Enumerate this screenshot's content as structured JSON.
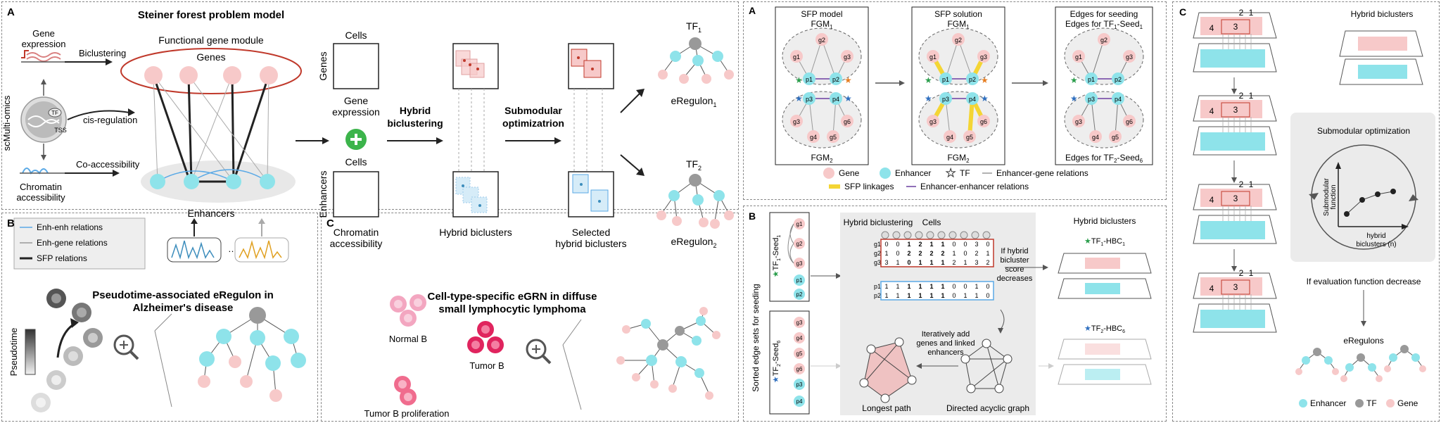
{
  "left": {
    "panel_a": {
      "letter": "A",
      "title": "Steiner forest problem model",
      "gene_expression": [
        "Gene",
        "expression"
      ],
      "biclustering": "Biclustering",
      "functional_gene_module": "Functional gene module",
      "genes": "Genes",
      "scmulti_omics": "scMulti-omics",
      "tf": "TF",
      "tss": "TSS",
      "cis_regulation": "cis-regulation",
      "co_accessibility": "Co-accessibility",
      "chromatin_accessibility": [
        "Chromatin",
        "accessibility"
      ],
      "enhancers": "Enhancers",
      "legend": [
        "Enh-enh relations",
        "Enh-gene relations",
        "SFP relations"
      ],
      "cells": "Cells",
      "genes_axis": "Genes",
      "gene_expression_mid": [
        "Gene",
        "expression"
      ],
      "enhancers_axis": "Enhancers",
      "chromatin_mid": [
        "Chromatin",
        "accessibility"
      ],
      "hybrid_biclustering": [
        "Hybrid",
        "biclustering"
      ],
      "submodular_optimization": [
        "Submodular",
        "optimizatrion"
      ],
      "hybrid_biclusters": "Hybrid biclusters",
      "selected_hybrid_biclusters": [
        "Selected",
        "hybrid biclusters"
      ],
      "tf1": "TF",
      "tf1_sub": "1",
      "eregulon1": "eRegulon",
      "eregulon1_sub": "1",
      "tf2": "TF",
      "tf2_sub": "2",
      "eregulon2": "eRegulon",
      "eregulon2_sub": "2"
    },
    "panel_b": {
      "letter": "B",
      "title": [
        "Pseudotime-associated eRegulon in",
        "Alzheimer's disease"
      ],
      "pseudotime": "Pseudotime"
    },
    "panel_c": {
      "letter": "C",
      "title": [
        "Cell-type-specific eGRN in diffuse",
        "small lymphocytic lymphoma"
      ],
      "normal_b": "Normal B",
      "tumor_b": "Tumor B",
      "tumor_b_prolif": "Tumor B proliferation"
    }
  },
  "mid": {
    "panel_a": {
      "letter": "A",
      "box1_title": [
        "SFP model",
        "FGM"
      ],
      "box1_bottom": "FGM",
      "box2_title": [
        "SFP solution",
        "FGM"
      ],
      "box2_bottom": "FGM",
      "box3_title": [
        "Edges for seeding",
        "Edges for TF"
      ],
      "box3_title_suffix": "-Seed",
      "box3_bottom": "Edges for TF",
      "box3_bottom_suffix": "-Seed",
      "legend": {
        "gene": "Gene",
        "enhancer": "Enhancer",
        "tf": "TF",
        "enh_gene": "Enhancer-gene relations",
        "sfp_linkages": "SFP linkages",
        "enh_enh": "Enhancer-enhancer relations"
      }
    },
    "panel_b": {
      "letter": "B",
      "sorted_edge_sets": "Sorted edge sets for seeding",
      "seed1": "TF",
      "seed1_suffix": "-Seed",
      "seed6": "TF",
      "seed6_suffix": "-Seed",
      "hybrid_biclustering": "Hybrid biclustering",
      "cells": "Cells",
      "gene_rows": [
        [
          "0",
          "0",
          "1",
          "2",
          "1",
          "1",
          "0",
          "0",
          "3",
          "0"
        ],
        [
          "1",
          "0",
          "2",
          "2",
          "2",
          "2",
          "1",
          "0",
          "2",
          "1"
        ],
        [
          "3",
          "1",
          "0",
          "1",
          "1",
          "1",
          "2",
          "1",
          "3",
          "2"
        ]
      ],
      "peak_rows": [
        [
          "1",
          "1",
          "1",
          "1",
          "1",
          "1",
          "0",
          "0",
          "1",
          "0"
        ],
        [
          "1",
          "1",
          "1",
          "1",
          "1",
          "1",
          "0",
          "1",
          "1",
          "0"
        ]
      ],
      "if_hybrid": [
        "If hybrid",
        "bicluster",
        "score",
        "decreases"
      ],
      "iteratively": [
        "Iteratively add",
        "genes and linked",
        "enhancers"
      ],
      "longest_path": "Longest path",
      "dag": "Directed acyclic graph",
      "hybrid_biclusters": "Hybrid biclusters",
      "hbc1": "TF",
      "hbc1_suffix": "-HBC",
      "hbc6": "TF",
      "hbc6_suffix": "-HBC"
    }
  },
  "right": {
    "panel_c": {
      "letter": "C",
      "hybrid_biclusters": "Hybrid biclusters",
      "submodular_optimization": "Submodular optimization",
      "submodular_function": [
        "Submodular",
        "function"
      ],
      "hybrid_biclusters_n": [
        "hybrid",
        "biclusters (n)"
      ],
      "if_eval_decrease": "If evaluation function decrease",
      "eregulons": "eRegulons",
      "legend": [
        "Enhancer",
        "TF",
        "Gene"
      ],
      "stack_numbers": [
        "2",
        "1",
        "4",
        "3"
      ]
    }
  },
  "colors": {
    "gene_pink": "#f7c9c9",
    "enhancer_cyan": "#8ee3ea",
    "tf_gray": "#999999",
    "sfp_yellow": "#f4d534",
    "red_outline": "#c0392b",
    "blue_line": "#5aa9e6",
    "purple_line": "#6b3fa0"
  }
}
